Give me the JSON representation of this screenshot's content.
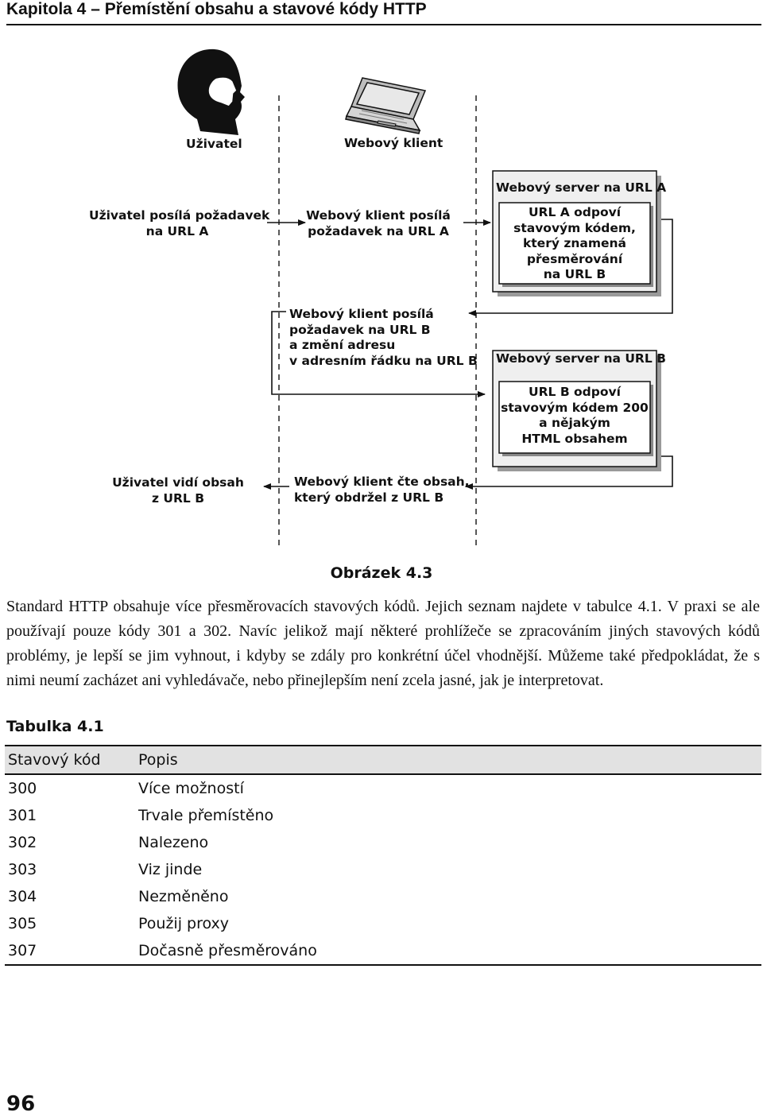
{
  "header": {
    "title": "Kapitola 4 – Přemístění obsahu a stavové kódy HTTP"
  },
  "figure": {
    "actor_user": "Uživatel",
    "actor_client": "Webový klient",
    "step1_user": "Uživatel posílá požadavek\nna URL A",
    "step2_client": "Webový klient posílá\npožadavek na URL A",
    "server_a_title": "Webový server na URL A",
    "server_a_body": "URL A odpoví\nstavovým kódem,\nkterý znamená\npřesměrování\nna URL B",
    "step3_client": "Webový klient posílá\npožadavek na URL B\na změní adresu\nv adresním řádku na URL B",
    "server_b_title": "Webový server na URL B",
    "server_b_body": "URL B odpoví\nstavovým kódem 200\na nějakým\nHTML obsahem",
    "step4_user": "Uživatel vidí obsah\nz URL B",
    "step4_client": "Webový klient čte obsah,\nkterý obdržel z URL B",
    "caption": "Obrázek 4.3"
  },
  "paragraph": "Standard HTTP obsahuje více přesměrovacích stavových kódů. Jejich seznam najdete v tabulce 4.1. V praxi se ale používají pouze kódy 301 a 302. Navíc jelikož mají některé prohlížeče se zpracováním jiných stavových kódů problémy, je lepší se jim vyhnout, i kdyby se zdály pro konkrétní účel vhodnější. Můžeme také předpokládat, že s nimi neumí zacházet ani vyhledávače, nebo přinejlepším není zcela jasné, jak je interpretovat.",
  "table": {
    "caption": "Tabulka 4.1",
    "headers": [
      "Stavový kód",
      "Popis"
    ],
    "rows": [
      [
        "300",
        "Více možností"
      ],
      [
        "301",
        "Trvale přemístěno"
      ],
      [
        "302",
        "Nalezeno"
      ],
      [
        "303",
        "Viz jinde"
      ],
      [
        "304",
        "Nezměněno"
      ],
      [
        "305",
        "Použij proxy"
      ],
      [
        "307",
        "Dočasně přesměrováno"
      ]
    ]
  },
  "page_number": "96"
}
